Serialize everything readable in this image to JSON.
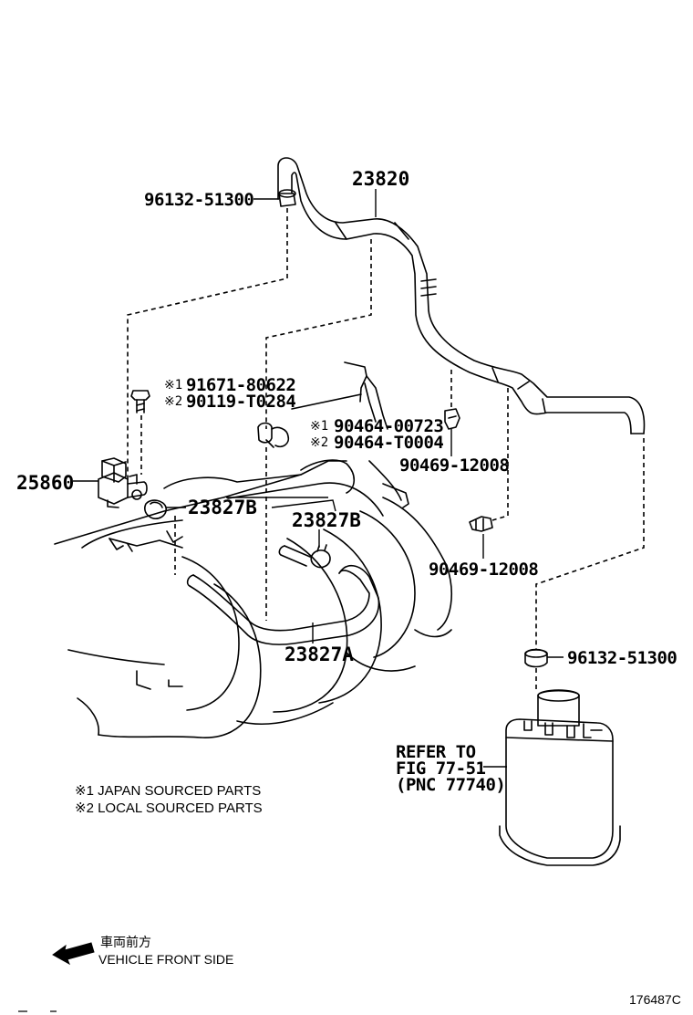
{
  "parts": {
    "hose_main": "23820",
    "clamp_top": "96132-51300",
    "bolt_japan": "91671-80622",
    "bolt_local": "90119-T0284",
    "clip_japan": "90464-00723",
    "clip_local": "90464-T0004",
    "clamp_upper": "90469-12008",
    "clamp_lower": "90469-12008",
    "vsv": "25860",
    "hose_b1": "23827B",
    "hose_b2": "23827B",
    "hose_a": "23827A",
    "clamp_canister": "96132-51300"
  },
  "marks": {
    "mark1": "※1",
    "mark2": "※2"
  },
  "refer": {
    "line1": "REFER TO",
    "line2": "FIG 77-51",
    "line3": "(PNC 77740)"
  },
  "notes": {
    "japan": "※1 JAPAN SOURCED PARTS",
    "local": "※2 LOCAL SOURCED PARTS"
  },
  "direction": {
    "jp": "車両前方",
    "en": "VEHICLE FRONT SIDE"
  },
  "figure_id": "176487C"
}
